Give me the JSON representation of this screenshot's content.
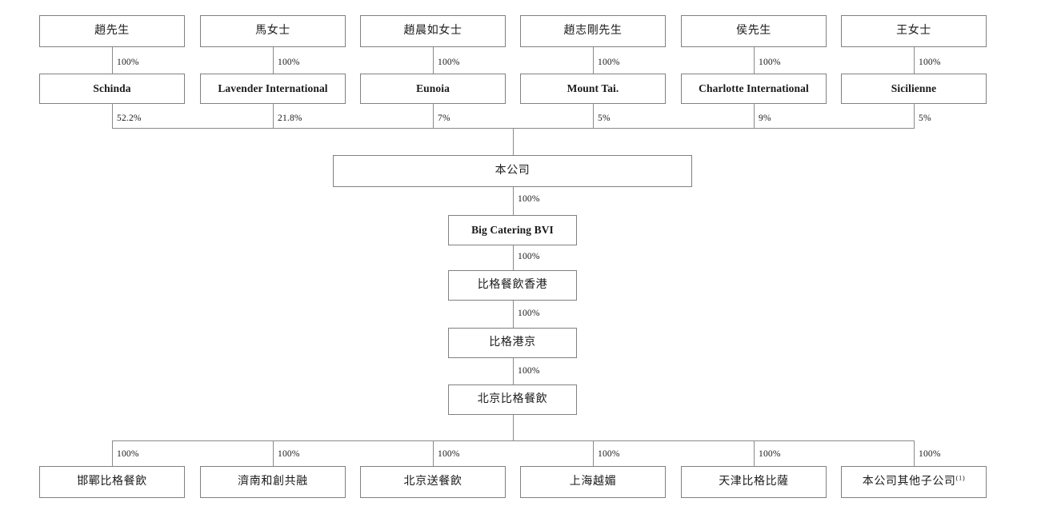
{
  "diagram": {
    "title": "Shareholding and corporate structure chart",
    "colors": {
      "box_border": "#808080",
      "line": "#8a8a8a",
      "text": "#1a1a1a",
      "background": "#ffffff"
    },
    "shareholders": [
      {
        "name": "趙先生",
        "pct_to_holdco": "100%"
      },
      {
        "name": "馬女士",
        "pct_to_holdco": "100%"
      },
      {
        "name": "趙晨如女士",
        "pct_to_holdco": "100%"
      },
      {
        "name": "趙志剛先生",
        "pct_to_holdco": "100%"
      },
      {
        "name": "侯先生",
        "pct_to_holdco": "100%"
      },
      {
        "name": "王女士",
        "pct_to_holdco": "100%"
      }
    ],
    "holding_vehicles": [
      {
        "name": "Schinda",
        "pct_to_company": "52.2%"
      },
      {
        "name": "Lavender International",
        "pct_to_company": "21.8%"
      },
      {
        "name": "Eunoia",
        "pct_to_company": "7%"
      },
      {
        "name": "Mount Tai.",
        "pct_to_company": "5%"
      },
      {
        "name": "Charlotte International",
        "pct_to_company": "9%"
      },
      {
        "name": "Sicilienne",
        "pct_to_company": "5%"
      }
    ],
    "company": {
      "name": "本公司"
    },
    "chain": [
      {
        "name": "Big Catering BVI",
        "pct_from_parent": "100%",
        "script": "latin"
      },
      {
        "name": "比格餐飲香港",
        "pct_from_parent": "100%",
        "script": "cjk"
      },
      {
        "name": "比格港京",
        "pct_from_parent": "100%",
        "script": "cjk"
      },
      {
        "name": "北京比格餐飲",
        "pct_from_parent": "100%",
        "script": "cjk"
      }
    ],
    "subsidiaries": [
      {
        "name": "邯鄲比格餐飲",
        "pct_from_parent": "100%",
        "note": ""
      },
      {
        "name": "濟南和創共融",
        "pct_from_parent": "100%",
        "note": ""
      },
      {
        "name": "北京送餐飲",
        "pct_from_parent": "100%",
        "note": ""
      },
      {
        "name": "上海越媚",
        "pct_from_parent": "100%",
        "note": ""
      },
      {
        "name": "天津比格比薩",
        "pct_from_parent": "100%",
        "note": ""
      },
      {
        "name": "本公司其他子公司",
        "pct_from_parent": "100%",
        "note": "(1)"
      }
    ]
  }
}
